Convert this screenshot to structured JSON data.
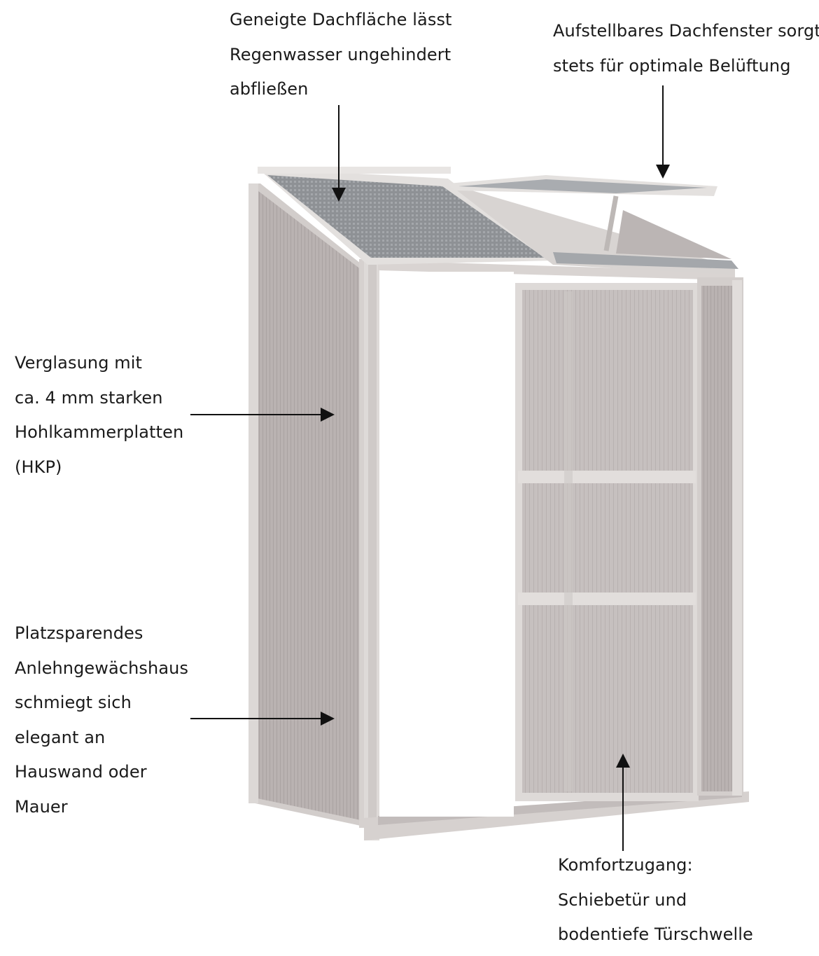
{
  "annotations": {
    "roof": [
      "Geneigte Dachfläche lässt",
      "Regenwasser ungehindert",
      "abfließen"
    ],
    "vent": [
      "Aufstellbares Dachfenster sorgt",
      "stets für optimale Belüftung"
    ],
    "glazing": [
      "Verglasung mit",
      "ca. 4 mm starken",
      "Hohlkammerplatten",
      "(HKP)"
    ],
    "leanto": [
      "Platzsparendes",
      "Anlehngewächshaus",
      "schmiegt sich",
      "elegant an",
      "Hauswand oder",
      "Mauer"
    ],
    "door": [
      "Komfortzugang:",
      "Schiebetür und",
      "bodentiefe Türschwelle"
    ]
  },
  "colors": {
    "text": "#1a1a1a",
    "frame": "#d8d4d2",
    "panel": "#b3acab",
    "panel_light": "#c9c3c2",
    "roof": "#8f9296",
    "arrow": "#111111"
  }
}
